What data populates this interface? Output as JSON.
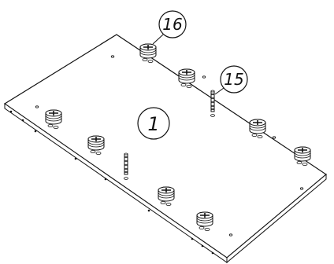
{
  "diagram": {
    "panel_label": "1",
    "callouts": [
      {
        "label": "16",
        "part": "cam-lock"
      },
      {
        "label": "15",
        "part": "dowel-pin"
      }
    ]
  },
  "colors": {
    "stroke": "#111111",
    "panel_fill": "#ffffff"
  }
}
